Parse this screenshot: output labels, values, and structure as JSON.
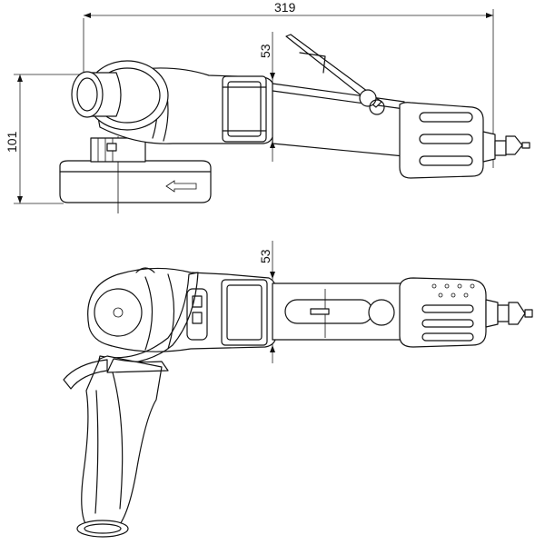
{
  "dimensions": {
    "overall_length": "319",
    "height": "101",
    "offset_top_view": "53",
    "offset_bottom_view": "53"
  }
}
